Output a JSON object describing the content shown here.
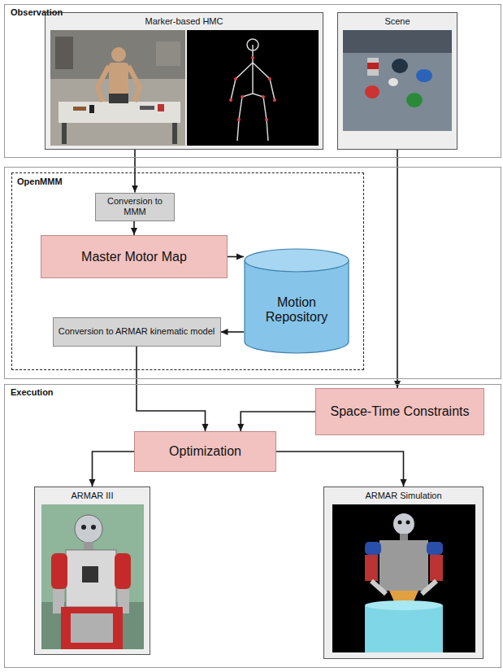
{
  "diagram": {
    "nodes": [
      {
        "text": [
          "Observation"
        ]
      },
      {
        "text": [
          "Marker-based HMC"
        ],
        "in": 0
      },
      {
        "text": [
          "Scene"
        ],
        "in": 0
      },
      {
        "text": [
          "OpenMMM"
        ]
      },
      {
        "text": [
          "Conversion to MMM"
        ],
        "in": 3
      },
      {
        "text": [
          "Master Motor Map"
        ],
        "in": 3
      },
      {
        "text": [
          "Motion Repository"
        ],
        "in": 3
      },
      {
        "text": [
          "Conversion to ARMAR kinematic model"
        ],
        "in": 3
      },
      {
        "text": [
          "Execution"
        ]
      },
      {
        "text": [
          "Space-Time Constraints"
        ],
        "in": 8
      },
      {
        "text": [
          "Optimization"
        ],
        "in": 8
      },
      {
        "text": [
          "ARMAR III"
        ],
        "in": 8
      },
      {
        "text": [
          "ARMAR Simulation"
        ],
        "in": 8
      }
    ],
    "edges": [
      {
        "from": 1,
        "to": 4,
        "arrow": "to"
      },
      {
        "from": 4,
        "to": 5,
        "arrow": "to"
      },
      {
        "from": 5,
        "to": 6,
        "arrow": "to"
      },
      {
        "from": 6,
        "to": 7,
        "arrow": "to"
      },
      {
        "from": 7,
        "to": 10,
        "arrow": "to"
      },
      {
        "from": 2,
        "to": 9,
        "arrow": "to"
      },
      {
        "from": 9,
        "to": 10,
        "arrow": "to"
      },
      {
        "from": 10,
        "to": 11,
        "arrow": "to"
      },
      {
        "from": 10,
        "to": 12,
        "arrow": "to"
      }
    ]
  }
}
